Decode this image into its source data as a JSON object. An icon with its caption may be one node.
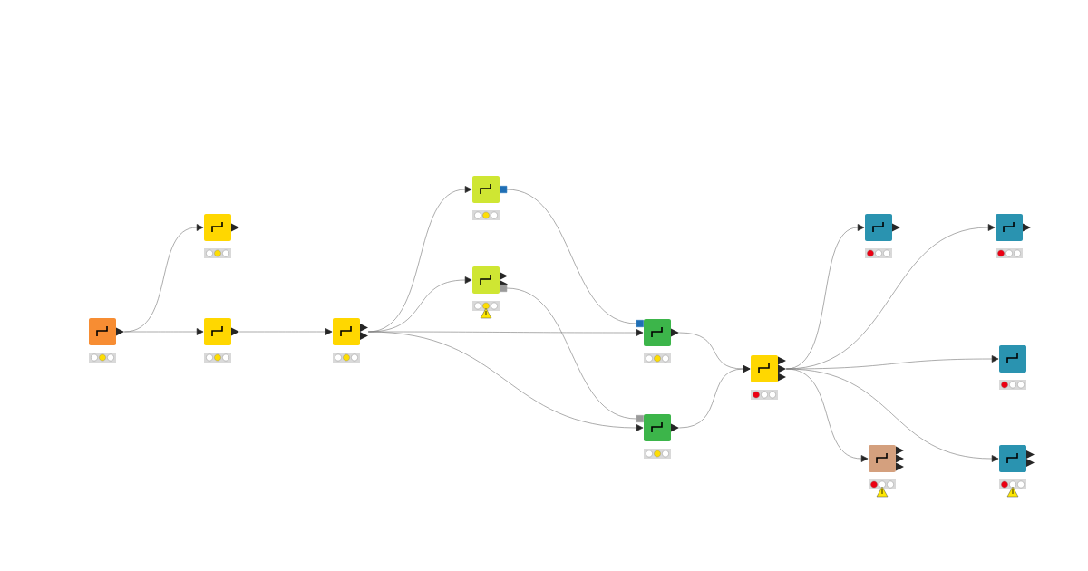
{
  "diagram": {
    "nodes": [
      {
        "text": [],
        "shape": "box"
      },
      {
        "text": [],
        "shape": "box"
      },
      {
        "text": [],
        "shape": "box"
      },
      {
        "text": [],
        "shape": "box"
      },
      {
        "text": [],
        "shape": "box"
      },
      {
        "text": [],
        "shape": "box"
      },
      {
        "text": [],
        "shape": "box"
      },
      {
        "text": [],
        "shape": "box"
      },
      {
        "text": [],
        "shape": "box"
      },
      {
        "text": [],
        "shape": "box"
      },
      {
        "text": [],
        "shape": "box"
      },
      {
        "text": [],
        "shape": "box"
      },
      {
        "text": [],
        "shape": "box"
      },
      {
        "text": [],
        "shape": "box"
      }
    ],
    "edges": [
      {
        "from": 0,
        "to": 1,
        "arrow": "to"
      },
      {
        "from": 0,
        "to": 2,
        "arrow": "to"
      },
      {
        "from": 2,
        "to": 3,
        "arrow": "to"
      },
      {
        "from": 3,
        "to": 4,
        "arrow": "to"
      },
      {
        "from": 3,
        "to": 5,
        "arrow": "to"
      },
      {
        "from": 3,
        "to": 6,
        "arrow": "to"
      },
      {
        "from": 3,
        "to": 7,
        "arrow": "to"
      },
      {
        "from": 4,
        "to": 6,
        "arrow": "other"
      },
      {
        "from": 5,
        "to": 7,
        "arrow": "other"
      },
      {
        "from": 6,
        "to": 8,
        "arrow": "to"
      },
      {
        "from": 7,
        "to": 8,
        "arrow": "to"
      },
      {
        "from": 8,
        "to": 9,
        "arrow": "to"
      },
      {
        "from": 8,
        "to": 10,
        "arrow": "to"
      },
      {
        "from": 8,
        "to": 11,
        "arrow": "to"
      },
      {
        "from": 8,
        "to": 12,
        "arrow": "to"
      },
      {
        "from": 8,
        "to": 13,
        "arrow": "to"
      }
    ]
  }
}
